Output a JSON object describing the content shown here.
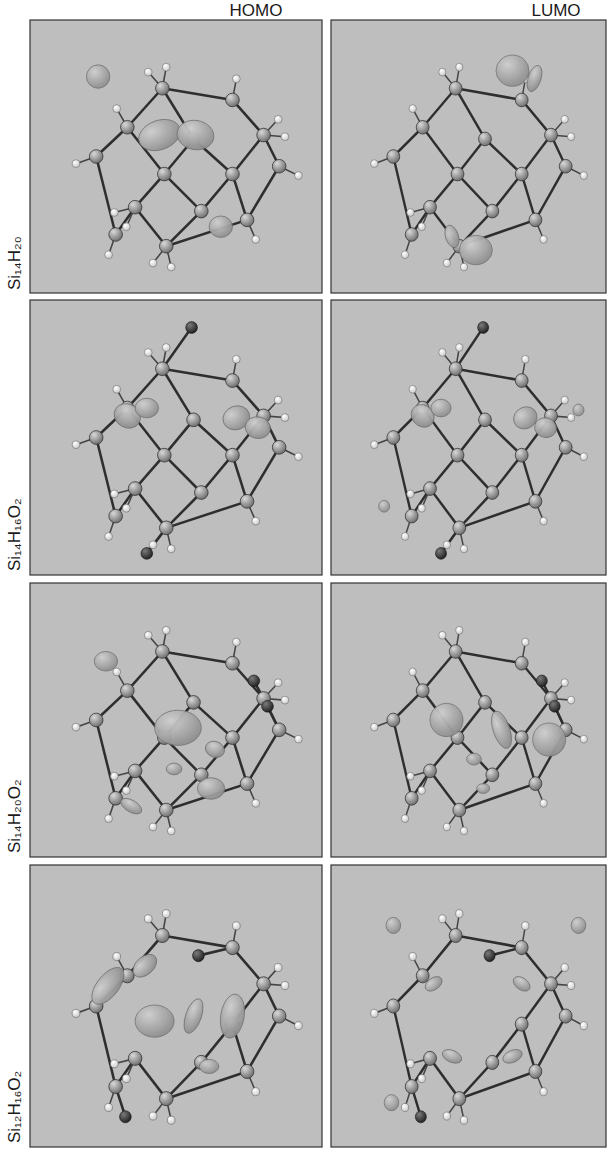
{
  "diagram": {
    "labels": [
      "HOMO",
      "LUMO",
      "Si₁₄H₂₀",
      "Si₁₄H₁₆O₂",
      "Si₁₄H₂₀O₂",
      "Si₁₂H₁₆O₂"
    ]
  }
}
